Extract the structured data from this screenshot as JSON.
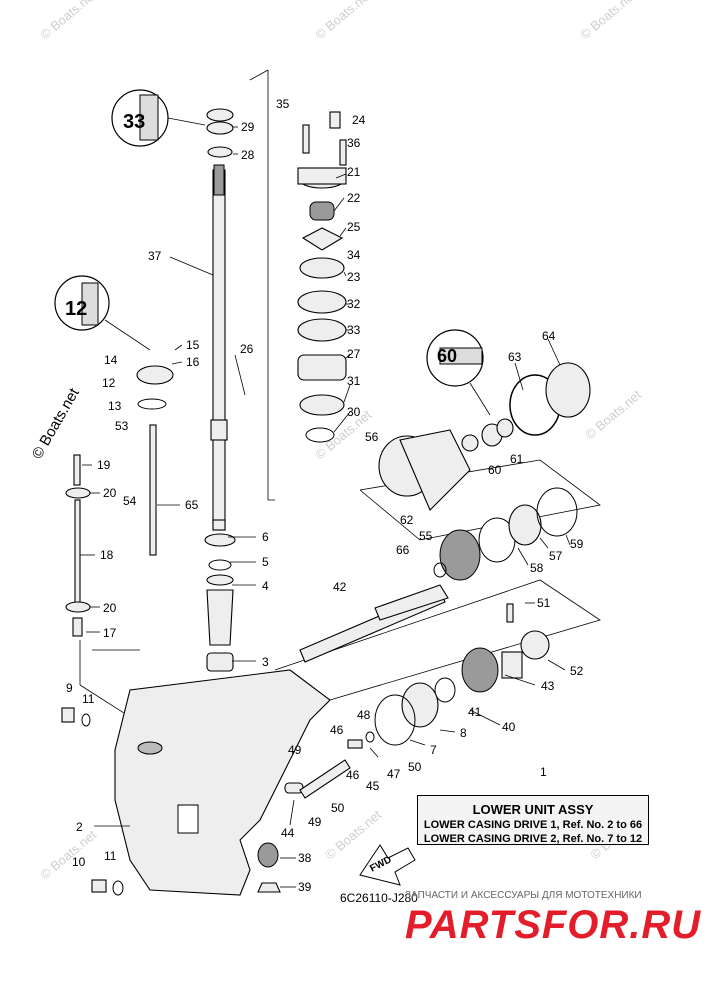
{
  "watermark": "© Boats.net",
  "legend": {
    "ref": "1",
    "title": "LOWER UNIT ASSY",
    "lines": [
      "LOWER CASING DRIVE 1,  Ref. No. 2 to 66",
      "LOWER CASING DRIVE 2,  Ref. No. 7 to 12"
    ]
  },
  "diagram_code": "6C26110-J280",
  "brand": {
    "tagline": "ЗАПЧАСТИ И АКСЕССУАРЫ ДЛЯ МОТОТЕХНИКИ",
    "logo": "PARTSFOR.RU",
    "accent_color": "#e41d2b"
  },
  "fwd_label": "FWD",
  "part_labels": [
    "1",
    "2",
    "3",
    "4",
    "5",
    "6",
    "7",
    "8",
    "9",
    "10",
    "11",
    "11",
    "12",
    "13",
    "14",
    "15",
    "16",
    "17",
    "18",
    "19",
    "20",
    "20",
    "21",
    "22",
    "23",
    "24",
    "25",
    "26",
    "27",
    "28",
    "29",
    "30",
    "31",
    "32",
    "33",
    "34",
    "35",
    "36",
    "37",
    "38",
    "39",
    "40",
    "41",
    "42",
    "43",
    "44",
    "45",
    "46",
    "46",
    "47",
    "48",
    "49",
    "49",
    "50",
    "50",
    "51",
    "52",
    "53",
    "54",
    "55",
    "56",
    "57",
    "58",
    "59",
    "60",
    "61",
    "62",
    "63",
    "64",
    "65",
    "66"
  ],
  "callouts": [
    {
      "name": "callout-29-30-33",
      "text": "33"
    },
    {
      "name": "callout-12-14",
      "text": "12"
    },
    {
      "name": "callout-60-61",
      "text": "60"
    }
  ]
}
